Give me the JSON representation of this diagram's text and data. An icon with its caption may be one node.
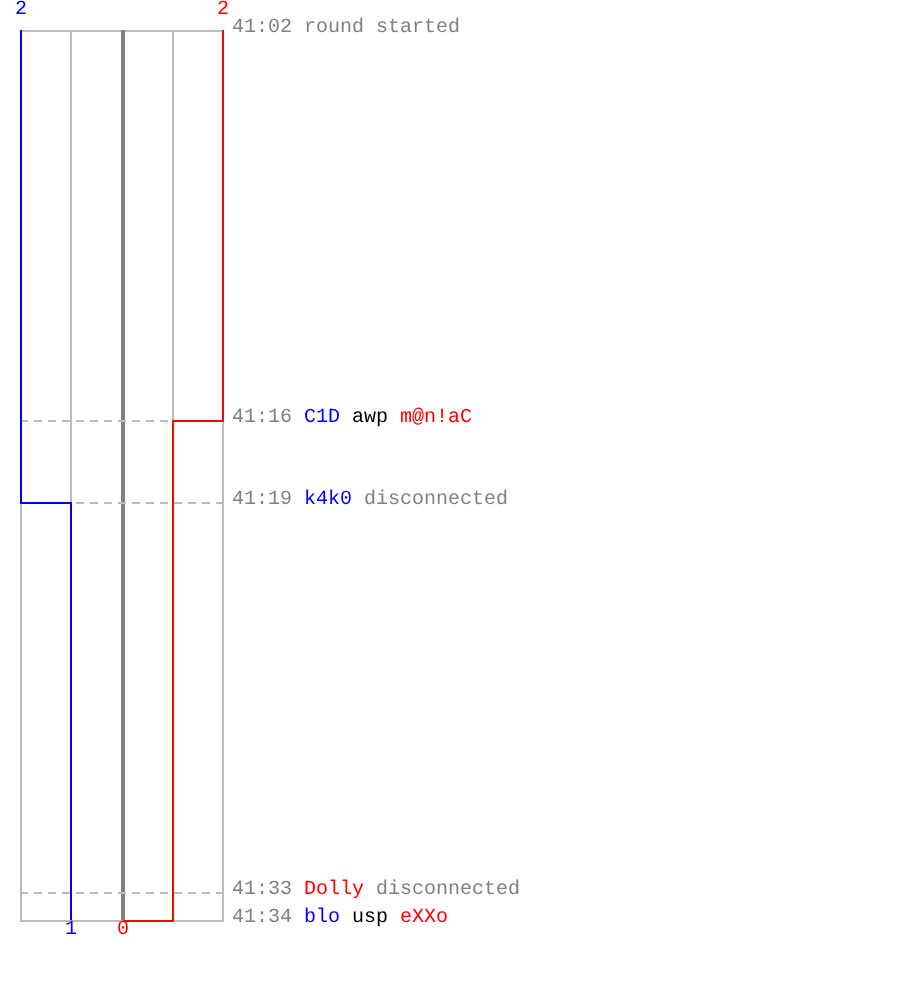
{
  "diagram": {
    "labels": [
      "2",
      "2",
      "41:02",
      "round started",
      "41:16",
      "C1D",
      "awp",
      "m@n!aC",
      "41:19",
      "k4k0",
      "disconnected",
      "41:33",
      "Dolly",
      "disconnected",
      "41:34",
      "blo",
      "usp",
      "eXXo",
      "1",
      "0"
    ]
  }
}
